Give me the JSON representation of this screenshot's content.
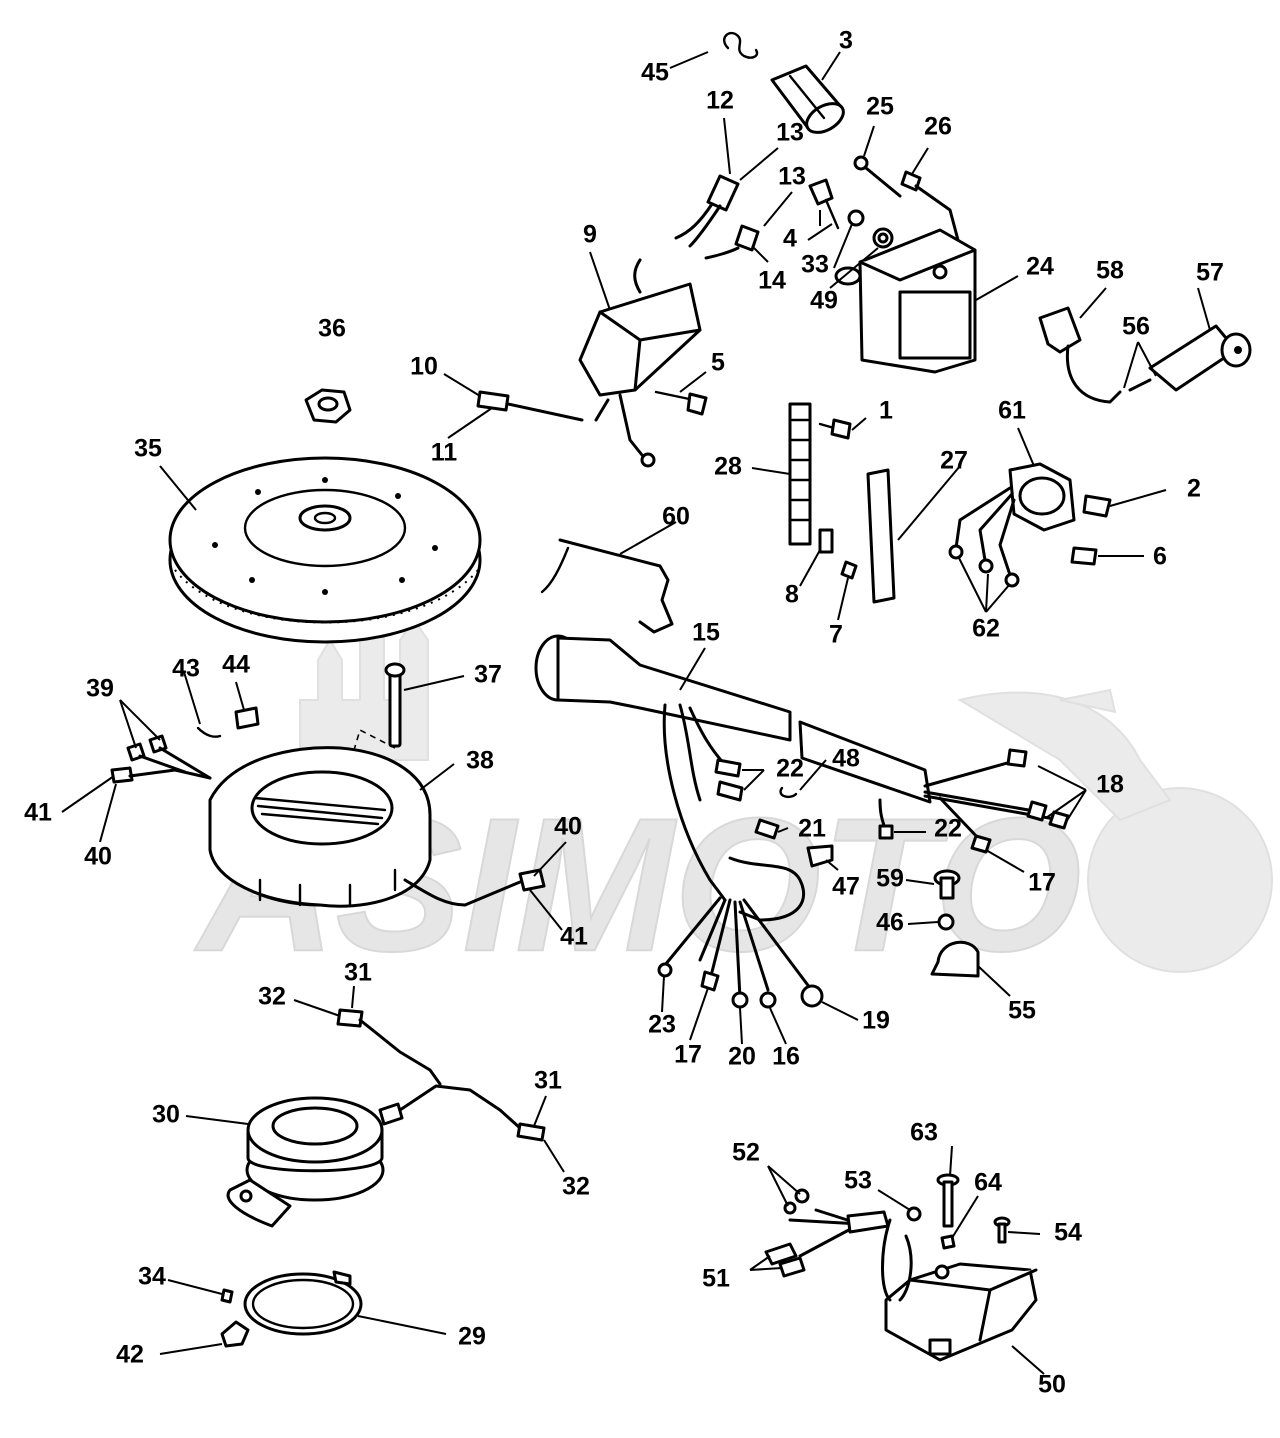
{
  "colors": {
    "ink": "#000000",
    "background": "#ffffff",
    "watermark": "#e6e6e6"
  },
  "watermark": {
    "text": "ASIMOTO"
  },
  "callouts": [
    {
      "id": "c1",
      "label": "1"
    },
    {
      "id": "c2",
      "label": "2"
    },
    {
      "id": "c3",
      "label": "3"
    },
    {
      "id": "c4",
      "label": "4"
    },
    {
      "id": "c5",
      "label": "5"
    },
    {
      "id": "c6",
      "label": "6"
    },
    {
      "id": "c7",
      "label": "7"
    },
    {
      "id": "c8",
      "label": "8"
    },
    {
      "id": "c9",
      "label": "9"
    },
    {
      "id": "c10",
      "label": "10"
    },
    {
      "id": "c11",
      "label": "11"
    },
    {
      "id": "c12",
      "label": "12"
    },
    {
      "id": "c13a",
      "label": "13"
    },
    {
      "id": "c13b",
      "label": "13"
    },
    {
      "id": "c14",
      "label": "14"
    },
    {
      "id": "c15",
      "label": "15"
    },
    {
      "id": "c16",
      "label": "16"
    },
    {
      "id": "c17a",
      "label": "17"
    },
    {
      "id": "c17b",
      "label": "17"
    },
    {
      "id": "c18",
      "label": "18"
    },
    {
      "id": "c19",
      "label": "19"
    },
    {
      "id": "c20",
      "label": "20"
    },
    {
      "id": "c21",
      "label": "21"
    },
    {
      "id": "c22a",
      "label": "22"
    },
    {
      "id": "c22b",
      "label": "22"
    },
    {
      "id": "c23",
      "label": "23"
    },
    {
      "id": "c24",
      "label": "24"
    },
    {
      "id": "c25",
      "label": "25"
    },
    {
      "id": "c26",
      "label": "26"
    },
    {
      "id": "c27",
      "label": "27"
    },
    {
      "id": "c28",
      "label": "28"
    },
    {
      "id": "c29",
      "label": "29"
    },
    {
      "id": "c30",
      "label": "30"
    },
    {
      "id": "c31a",
      "label": "31"
    },
    {
      "id": "c31b",
      "label": "31"
    },
    {
      "id": "c32a",
      "label": "32"
    },
    {
      "id": "c32b",
      "label": "32"
    },
    {
      "id": "c33",
      "label": "33"
    },
    {
      "id": "c34",
      "label": "34"
    },
    {
      "id": "c35",
      "label": "35"
    },
    {
      "id": "c36",
      "label": "36"
    },
    {
      "id": "c37",
      "label": "37"
    },
    {
      "id": "c38",
      "label": "38"
    },
    {
      "id": "c39",
      "label": "39"
    },
    {
      "id": "c40a",
      "label": "40"
    },
    {
      "id": "c40b",
      "label": "40"
    },
    {
      "id": "c41a",
      "label": "41"
    },
    {
      "id": "c41b",
      "label": "41"
    },
    {
      "id": "c42",
      "label": "42"
    },
    {
      "id": "c43",
      "label": "43"
    },
    {
      "id": "c44",
      "label": "44"
    },
    {
      "id": "c45",
      "label": "45"
    },
    {
      "id": "c46",
      "label": "46"
    },
    {
      "id": "c47",
      "label": "47"
    },
    {
      "id": "c48",
      "label": "48"
    },
    {
      "id": "c49",
      "label": "49"
    },
    {
      "id": "c50",
      "label": "50"
    },
    {
      "id": "c51",
      "label": "51"
    },
    {
      "id": "c52",
      "label": "52"
    },
    {
      "id": "c53",
      "label": "53"
    },
    {
      "id": "c54",
      "label": "54"
    },
    {
      "id": "c55",
      "label": "55"
    },
    {
      "id": "c56",
      "label": "56"
    },
    {
      "id": "c57",
      "label": "57"
    },
    {
      "id": "c58",
      "label": "58"
    },
    {
      "id": "c59",
      "label": "59"
    },
    {
      "id": "c60",
      "label": "60"
    },
    {
      "id": "c61",
      "label": "61"
    },
    {
      "id": "c62",
      "label": "62"
    },
    {
      "id": "c63",
      "label": "63"
    },
    {
      "id": "c64",
      "label": "64"
    }
  ]
}
